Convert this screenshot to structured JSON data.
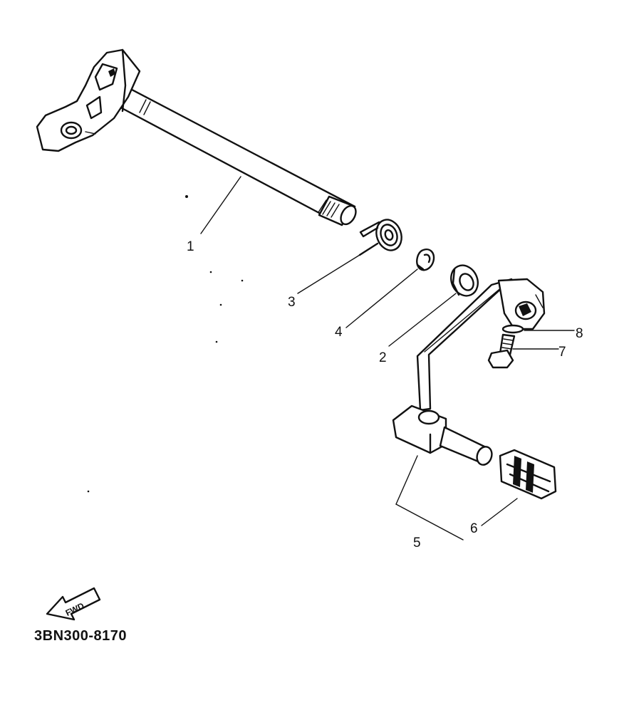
{
  "diagram": {
    "code": "3BN300-8170",
    "fwd_marker": "FWD",
    "callouts": [
      {
        "id": "shaft",
        "number": "1"
      },
      {
        "id": "collar",
        "number": "2"
      },
      {
        "id": "torsion-spring",
        "number": "3"
      },
      {
        "id": "circlip",
        "number": "4"
      },
      {
        "id": "shift-pedal",
        "number": "5"
      },
      {
        "id": "pedal-rubber",
        "number": "6"
      },
      {
        "id": "bolt",
        "number": "7"
      },
      {
        "id": "washer",
        "number": "8"
      }
    ]
  }
}
